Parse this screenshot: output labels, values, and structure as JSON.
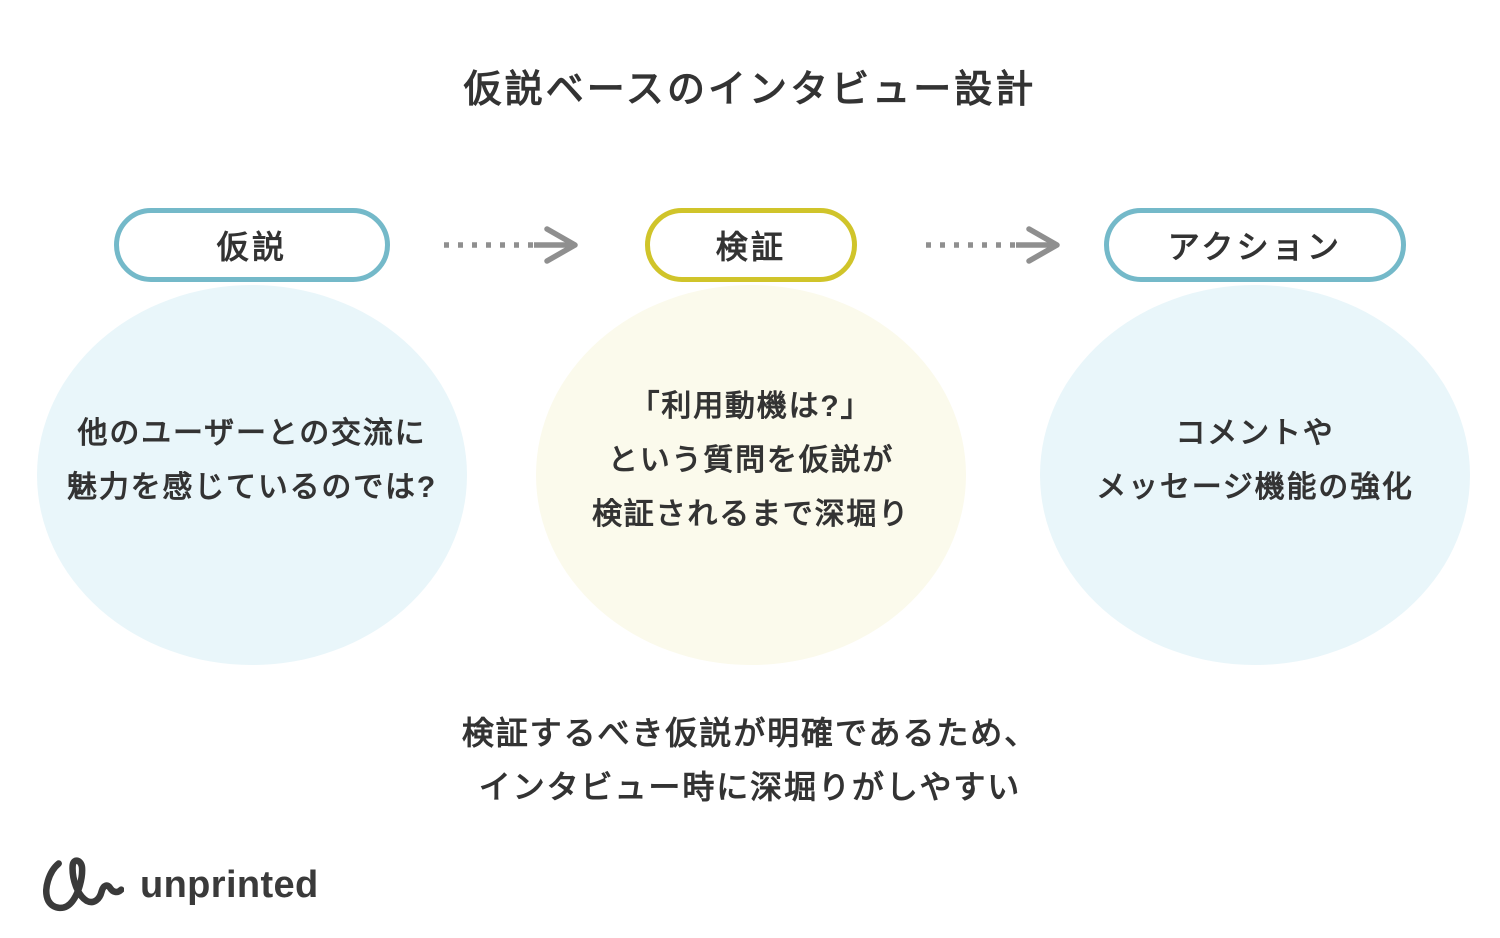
{
  "title": "仮説ベースのインタビュー設計",
  "steps": [
    {
      "label": "仮説",
      "accent_color": "#74B9C9",
      "circle_color": "#E9F6FA",
      "lines": [
        "他のユーザーとの交流に",
        "魅力を感じているのでは?"
      ]
    },
    {
      "label": "検証",
      "accent_color": "#D0C42A",
      "circle_color": "#FBFAEC",
      "lines": [
        "「利用動機は?」",
        "という質問を仮説が",
        "検証されるまで深堀り"
      ]
    },
    {
      "label": "アクション",
      "accent_color": "#74B9C9",
      "circle_color": "#E9F6FA",
      "lines": [
        "コメントや",
        "メッセージ機能の強化"
      ]
    }
  ],
  "arrows": {
    "color": "#8F8F8F",
    "style": "dotted-line-with-chevron-right"
  },
  "caption_lines": [
    "検証するべき仮説が明確であるため、",
    "インタビュー時に深堀りがしやすい"
  ],
  "footer": {
    "brand": "unprinted",
    "logo_mark": "un-script-squiggle"
  },
  "colors": {
    "background": "#FFFFFF",
    "text": "#333333",
    "logo": "#3A3A3A"
  }
}
